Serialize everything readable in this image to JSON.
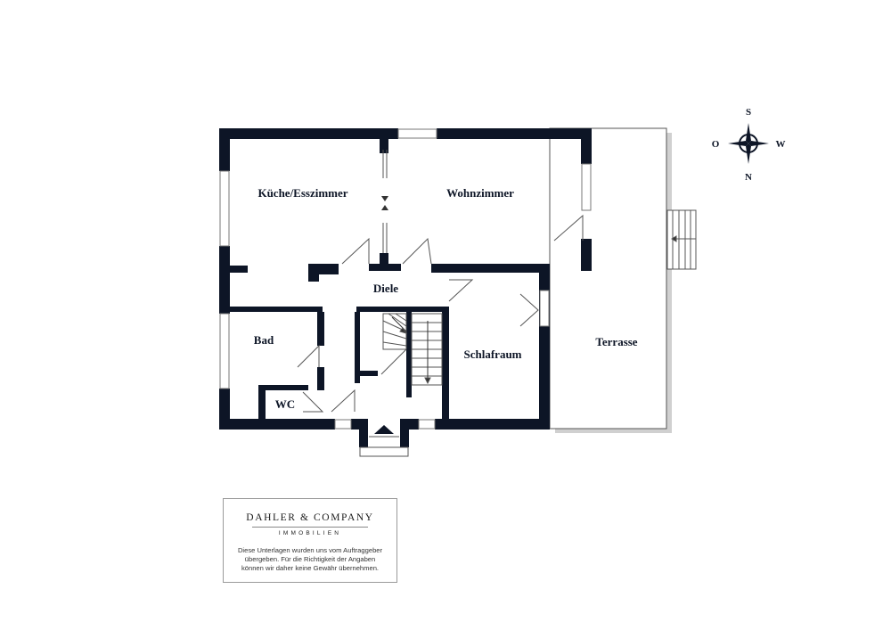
{
  "floorplan": {
    "rooms": {
      "kueche": "Küche/Esszimmer",
      "wohnzimmer": "Wohnzimmer",
      "diele": "Diele",
      "bad": "Bad",
      "wc": "WC",
      "schlafraum": "Schlafraum",
      "terrasse": "Terrasse"
    },
    "compass": {
      "top": "S",
      "bottom": "N",
      "left": "O",
      "right": "W"
    }
  },
  "company": {
    "name": "DAHLER & COMPANY",
    "subtitle": "IMMOBILIEN",
    "disclaimer_lines": [
      "Diese Unterlagen wurden uns vom Auftraggeber",
      "übergeben. Für die Richtigkeit der Angaben",
      "können wir daher keine Gewähr übernehmen."
    ]
  },
  "colors": {
    "wall": "#0d1526",
    "outline": "#555555",
    "shadow": "#c8c8c8"
  }
}
